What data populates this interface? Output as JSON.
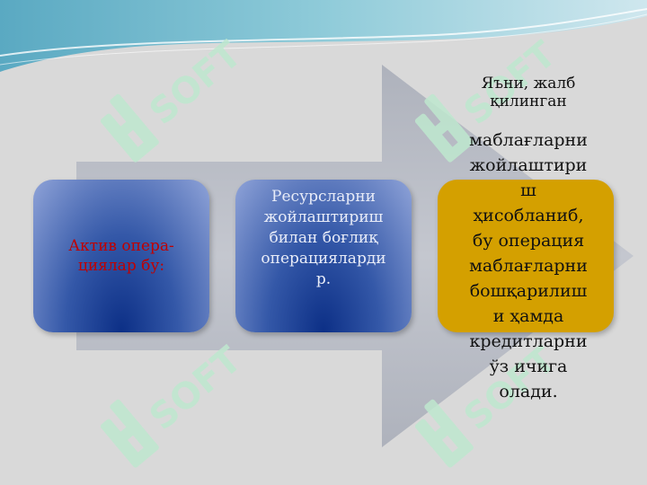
{
  "colors": {
    "background": "#d9d9d9",
    "arrow": "#b9bdc6",
    "box_blue_dark": "#0c2f86",
    "box_blue_light": "#8fa3d8",
    "box_gold": "#d4a000",
    "box1_text": "#c00000",
    "watermark": "#bfe8cf"
  },
  "watermark": {
    "text": "SOFT",
    "icon": "soft-logo-icon"
  },
  "boxes": {
    "box1": {
      "text": "Актив опера-\nциялар бу:"
    },
    "box2": {
      "text": "Ресурсларни\nжойлаштириш\nбилан боғлиқ\nоперацияларди\nр."
    }
  },
  "note": {
    "line1": "Яъни, жалб\nқилинган",
    "line2": "маблағларни\nжойлаштири\nш\nҳисобланиб,\nбу операция\nмаблағларни\nбошқарилиш\nи ҳамда\nкредитларни\nўз ичига\nолади."
  }
}
